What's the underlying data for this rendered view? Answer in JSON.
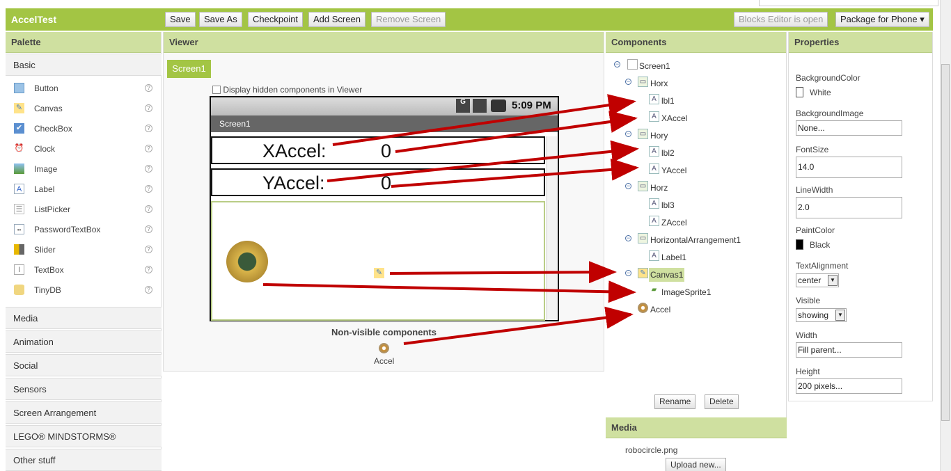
{
  "app": {
    "title": "AccelTest"
  },
  "toolbar": {
    "save": "Save",
    "save_as": "Save As",
    "checkpoint": "Checkpoint",
    "add_screen": "Add Screen",
    "remove_screen": "Remove Screen",
    "blocks_editor": "Blocks Editor is open",
    "package": "Package for Phone ▾"
  },
  "palette": {
    "title": "Palette",
    "basic": "Basic",
    "items": [
      {
        "label": "Button",
        "icon": "button-icon"
      },
      {
        "label": "Canvas",
        "icon": "canvas-icon"
      },
      {
        "label": "CheckBox",
        "icon": "checkbox-icon"
      },
      {
        "label": "Clock",
        "icon": "clock-icon"
      },
      {
        "label": "Image",
        "icon": "image-icon"
      },
      {
        "label": "Label",
        "icon": "label-icon"
      },
      {
        "label": "ListPicker",
        "icon": "listpicker-icon"
      },
      {
        "label": "PasswordTextBox",
        "icon": "password-icon"
      },
      {
        "label": "Slider",
        "icon": "slider-icon"
      },
      {
        "label": "TextBox",
        "icon": "textbox-icon"
      },
      {
        "label": "TinyDB",
        "icon": "database-icon"
      }
    ],
    "categories": [
      "Media",
      "Animation",
      "Social",
      "Sensors",
      "Screen Arrangement",
      "LEGO® MINDSTORMS®",
      "Other stuff"
    ]
  },
  "viewer": {
    "title": "Viewer",
    "screen_tab": "Screen1",
    "hidden_checkbox_label": "Display hidden components in Viewer",
    "time": "5:09 PM",
    "screen_title": "Screen1",
    "row1_label": "XAccel:",
    "row1_value": "0",
    "row2_label": "YAccel:",
    "row2_value": "0",
    "nonvisible_title": "Non-visible components",
    "nonvisible_item": "Accel"
  },
  "components": {
    "title": "Components",
    "tree": {
      "screen1": "Screen1",
      "horx": "Horx",
      "lbl1": "lbl1",
      "xaccel": "XAccel",
      "hory": "Hory",
      "lbl2": "lbl2",
      "yaccel": "YAccel",
      "horz": "Horz",
      "lbl3": "lbl3",
      "zaccel": "ZAccel",
      "harr1": "HorizontalArrangement1",
      "label1": "Label1",
      "canvas1": "Canvas1",
      "imagesprite1": "ImageSprite1",
      "accel": "Accel"
    },
    "rename": "Rename",
    "delete": "Delete"
  },
  "media": {
    "title": "Media",
    "file": "robocircle.png",
    "upload": "Upload new..."
  },
  "properties": {
    "title": "Properties",
    "bgcolor_label": "BackgroundColor",
    "bgcolor_value": "White",
    "bgimage_label": "BackgroundImage",
    "bgimage_value": "None...",
    "fontsize_label": "FontSize",
    "fontsize_value": "14.0",
    "linewidth_label": "LineWidth",
    "linewidth_value": "2.0",
    "paintcolor_label": "PaintColor",
    "paintcolor_value": "Black",
    "textalign_label": "TextAlignment",
    "textalign_value": "center",
    "visible_label": "Visible",
    "visible_value": "showing",
    "width_label": "Width",
    "width_value": "Fill parent...",
    "height_label": "Height",
    "height_value": "200 pixels..."
  },
  "colors": {
    "accent": "#a3c544",
    "panel_header": "#cfe0a0",
    "arrow": "#c00000"
  }
}
